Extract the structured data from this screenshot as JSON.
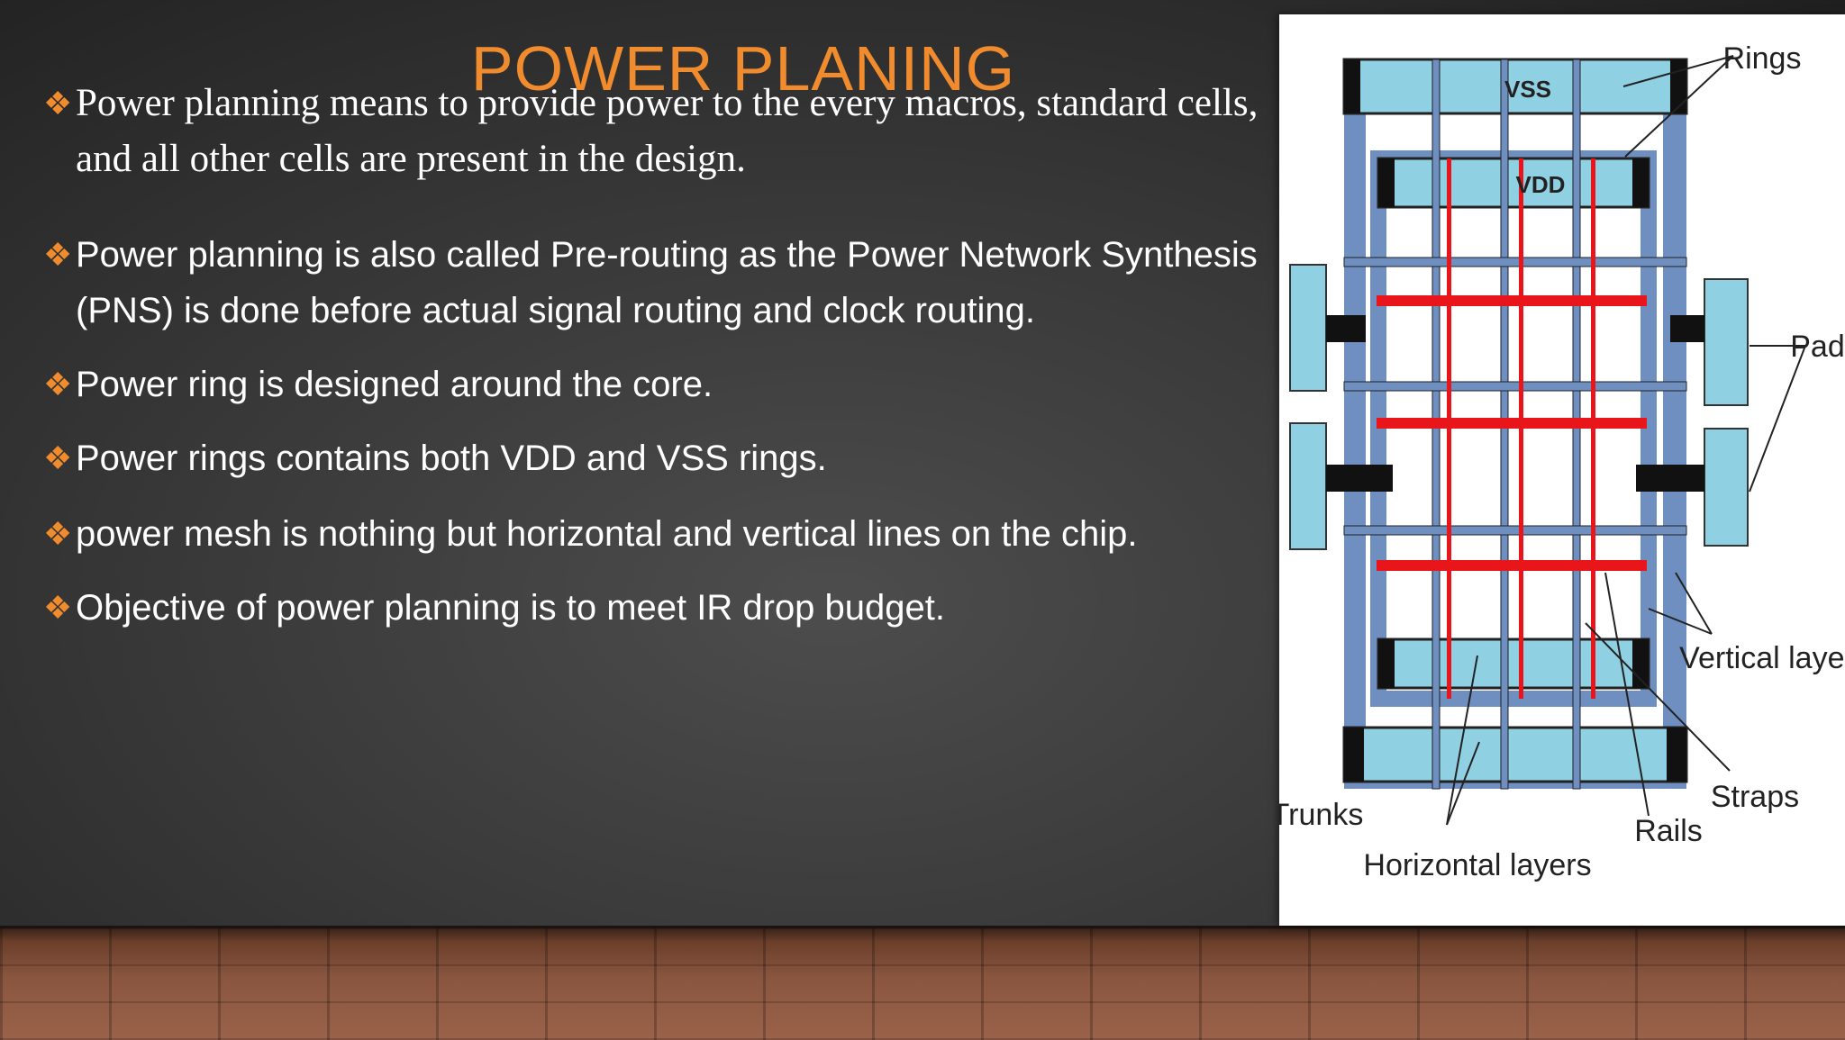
{
  "slide": {
    "title": "POWER PLANING",
    "marker_glyph": "❖",
    "bullets": [
      {
        "text": "Power planning means to provide power to the every macros, standard cells, and all other cells are present in the design."
      },
      {
        "text": " Power planning is also called Pre-routing as the Power Network Synthesis (PNS) is done before actual signal routing and clock routing."
      },
      {
        "text": "Power ring is designed around the core."
      },
      {
        "text": "Power rings contains both VDD and VSS rings."
      },
      {
        "text": " power mesh is nothing but horizontal and vertical lines on the chip."
      },
      {
        "text": " Objective of power planning is to meet IR drop budget."
      }
    ]
  },
  "figure": {
    "labels": {
      "rings": "Rings",
      "pads": "Pads",
      "vertical_layers": "Vertical layers",
      "straps": "Straps",
      "rails": "Rails",
      "horizontal_layers": "Horizontal layers",
      "trunks": "Trunks",
      "vss": "VSS",
      "vdd": "VDD"
    }
  },
  "colors": {
    "title": "#f08c2e",
    "marker": "#f08c2e",
    "ring_fill": "#8fd0e3",
    "mesh_blue": "#6e8fc0",
    "rail_red": "#e8161a",
    "black_block": "#111111"
  }
}
